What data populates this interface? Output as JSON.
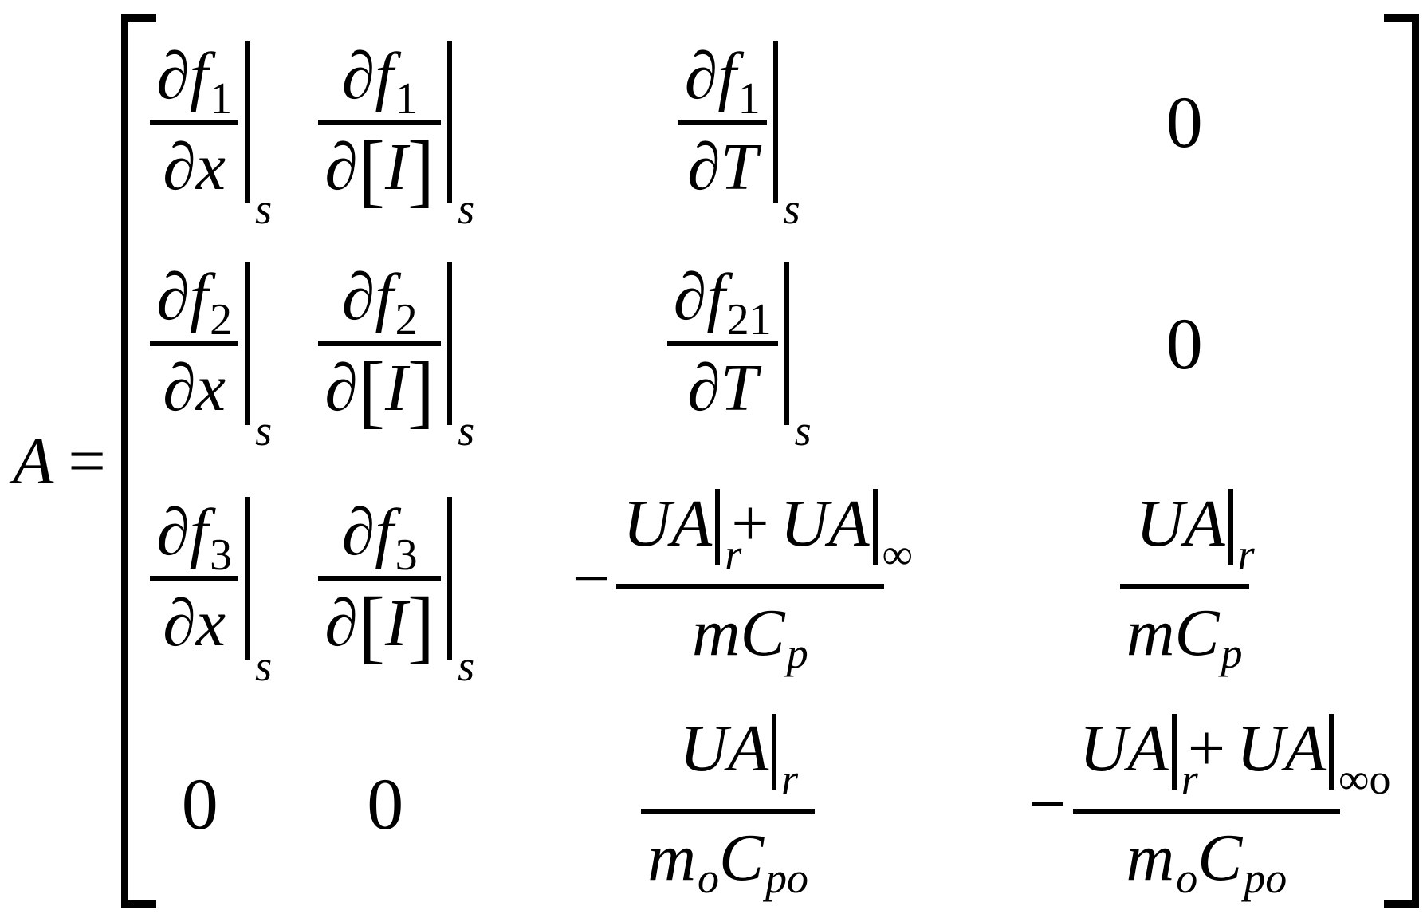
{
  "equation": {
    "lhs": "A",
    "eq": "=",
    "matrix": {
      "r1c1": {
        "num_base": "∂f",
        "num_sub": "1",
        "den": "∂x",
        "eval_sub": "s"
      },
      "r1c2": {
        "num_base": "∂f",
        "num_sub": "1",
        "den_d": "∂",
        "den_lb": "[",
        "den_i": "I",
        "den_rb": "]",
        "eval_sub": "s"
      },
      "r1c3": {
        "num_base": "∂f",
        "num_sub": "1",
        "den": "∂T",
        "eval_sub": "s"
      },
      "r1c4": {
        "value": "0"
      },
      "r2c1": {
        "num_base": "∂f",
        "num_sub": "2",
        "den": "∂x",
        "eval_sub": "s"
      },
      "r2c2": {
        "num_base": "∂f",
        "num_sub": "2",
        "den_d": "∂",
        "den_lb": "[",
        "den_i": "I",
        "den_rb": "]",
        "eval_sub": "s"
      },
      "r2c3": {
        "num_base": "∂f",
        "num_sub": "21",
        "den": "∂T",
        "eval_sub": "s"
      },
      "r2c4": {
        "value": "0"
      },
      "r3c1": {
        "num_base": "∂f",
        "num_sub": "3",
        "den": "∂x",
        "eval_sub": "s"
      },
      "r3c2": {
        "num_base": "∂f",
        "num_sub": "3",
        "den_d": "∂",
        "den_lb": "[",
        "den_i": "I",
        "den_rb": "]",
        "eval_sub": "s"
      },
      "r3c3": {
        "sign": "−",
        "t1": "UA",
        "t1sub": "r",
        "op": "+",
        "t2": "UA",
        "t2sub": "∞",
        "den1": "mC",
        "den1sub": "p"
      },
      "r3c4": {
        "t1": "UA",
        "t1sub": "r",
        "den1": "mC",
        "den1sub": "p"
      },
      "r4c1": {
        "value": "0"
      },
      "r4c2": {
        "value": "0"
      },
      "r4c3": {
        "t1": "UA",
        "t1sub": "r",
        "den_m": "m",
        "den_m_sub": "o",
        "den_c": "C",
        "den_c_sub": "po"
      },
      "r4c4": {
        "sign": "−",
        "t1": "UA",
        "t1sub": "r",
        "op": "+",
        "t2": "UA",
        "t2sub": "∞o",
        "den_m": "m",
        "den_m_sub": "o",
        "den_c": "C",
        "den_c_sub": "po"
      }
    }
  },
  "colors": {
    "ink": "#000000",
    "background": "#ffffff"
  }
}
